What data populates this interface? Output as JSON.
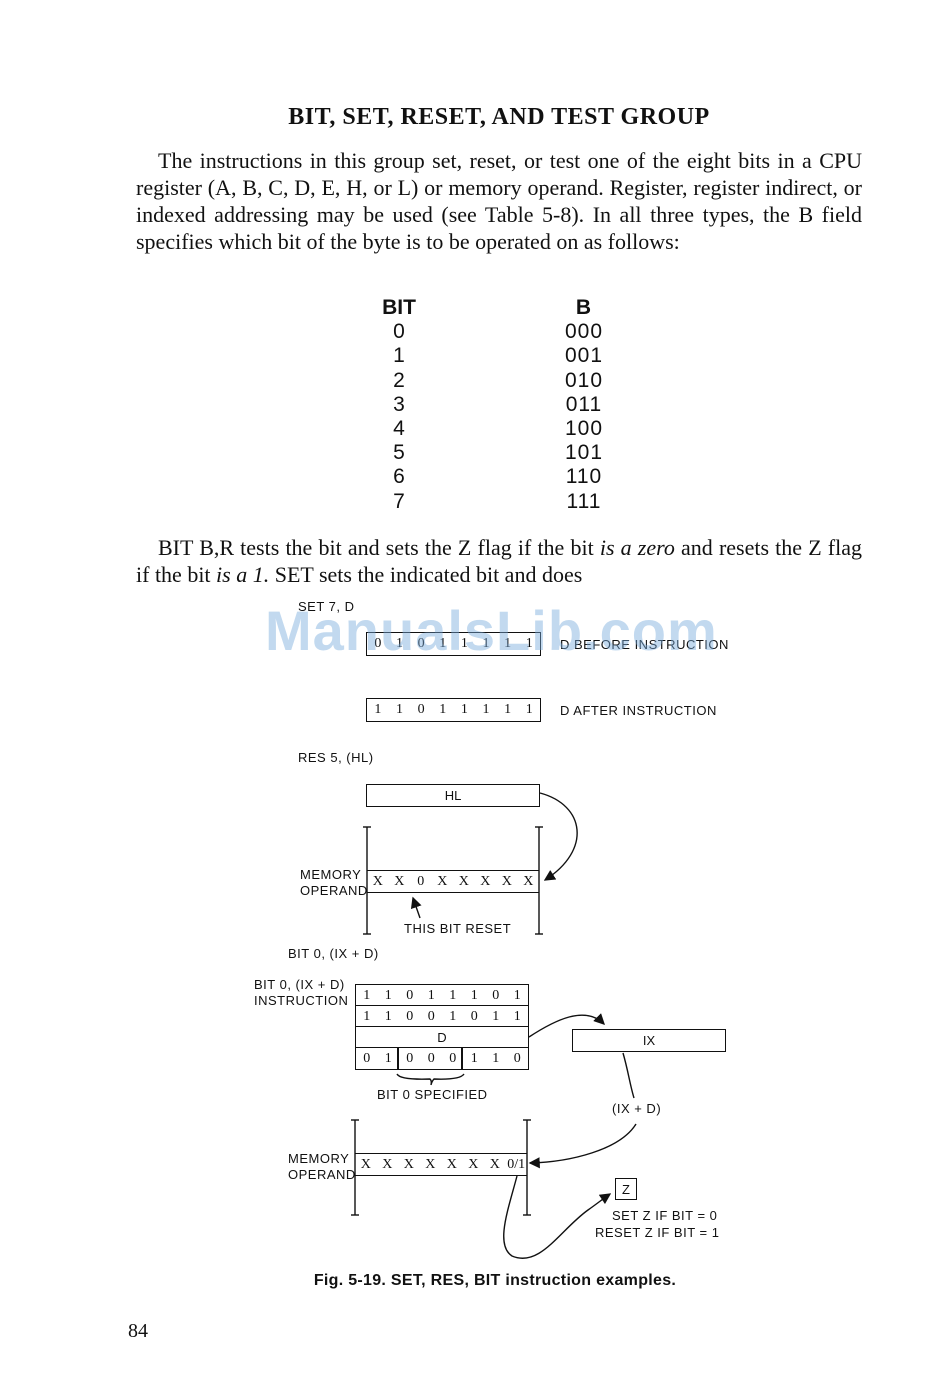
{
  "heading": "BIT, SET, RESET, AND TEST GROUP",
  "paragraph1": "The instructions in this group set, reset, or test one of the eight bits in a CPU register (A, B, C, D, E, H, or L) or memory operand. Register, register indirect, or indexed addressing may be used (see Table 5-8). In all three types, the B field specifies which bit of the byte is to be operated on as follows:",
  "bit_table": {
    "headers": [
      "BIT",
      "B"
    ],
    "rows": [
      [
        "0",
        "000"
      ],
      [
        "1",
        "001"
      ],
      [
        "2",
        "010"
      ],
      [
        "3",
        "011"
      ],
      [
        "4",
        "100"
      ],
      [
        "5",
        "101"
      ],
      [
        "6",
        "110"
      ],
      [
        "7",
        "111"
      ]
    ]
  },
  "paragraph2": {
    "p1": "BIT B,R tests the bit and sets the Z flag if the bit ",
    "em1": "is a zero",
    "p2": " and resets the Z flag if the bit ",
    "em2": "is a 1.",
    "p3": " SET sets the indicated bit and does"
  },
  "watermark": "ManualsLib.com",
  "figure": {
    "set_example": {
      "title": "SET 7, D",
      "before_bits": [
        "0",
        "1",
        "0",
        "1",
        "1",
        "1",
        "1",
        "1"
      ],
      "before_label": "D BEFORE INSTRUCTION",
      "after_bits": [
        "1",
        "1",
        "0",
        "1",
        "1",
        "1",
        "1",
        "1"
      ],
      "after_label": "D AFTER INSTRUCTION"
    },
    "res_example": {
      "title": "RES 5, (HL)",
      "hl_label": "HL",
      "memory_label_1": "MEMORY",
      "memory_label_2": "OPERAND",
      "memory_bits": [
        "X",
        "X",
        "0",
        "X",
        "X",
        "X",
        "X",
        "X"
      ],
      "annotation": "THIS BIT RESET"
    },
    "bit_example": {
      "title": "BIT 0, (IX + D)",
      "instr_label_1": "BIT 0, (IX + D)",
      "instr_label_2": "INSTRUCTION",
      "row1": [
        "1",
        "1",
        "0",
        "1",
        "1",
        "1",
        "0",
        "1"
      ],
      "row2": [
        "1",
        "1",
        "0",
        "0",
        "1",
        "0",
        "1",
        "1"
      ],
      "d_label": "D",
      "row4": [
        "0",
        "1",
        "0",
        "0",
        "0",
        "1",
        "1",
        "0"
      ],
      "bit_specified": "BIT 0 SPECIFIED",
      "ix_label": "IX",
      "ix_plus_d": "(IX + D)",
      "memory_label_1": "MEMORY",
      "memory_label_2": "OPERAND",
      "memory_bits": [
        "X",
        "X",
        "X",
        "X",
        "X",
        "X",
        "X",
        "0/1"
      ],
      "z_label": "Z",
      "z_note_1": "SET Z IF BIT = 0",
      "z_note_2": "RESET Z IF BIT = 1"
    },
    "caption": "Fig. 5-19. SET, RES, BIT instruction examples."
  },
  "page_number": "84"
}
